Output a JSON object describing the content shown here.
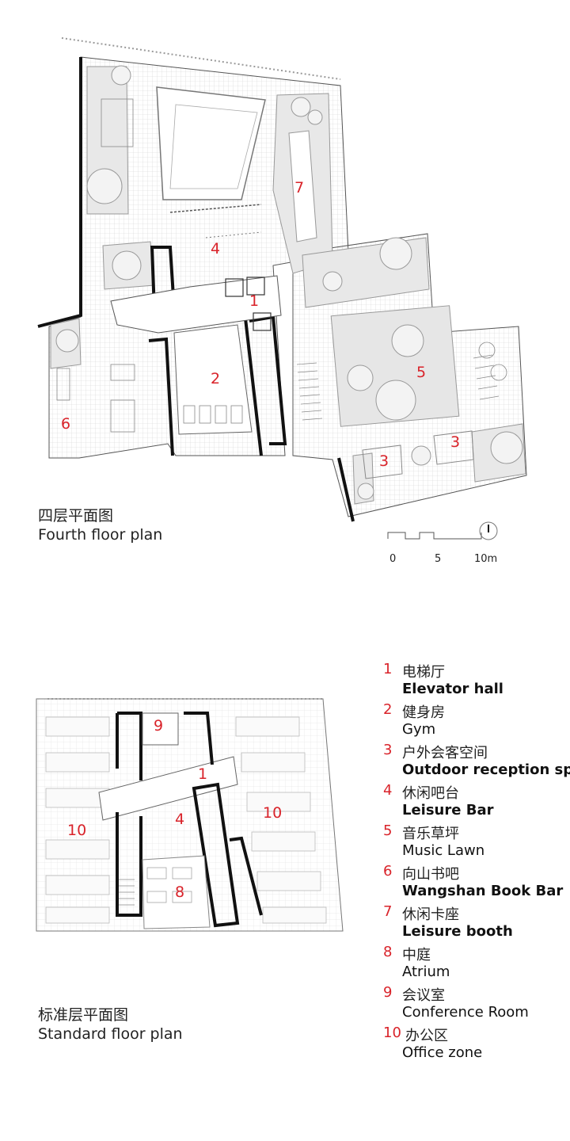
{
  "fourth_floor": {
    "title_cn": "四层平面图",
    "title_en": "Fourth floor plan",
    "labels": [
      "1",
      "2",
      "3",
      "3",
      "4",
      "5",
      "6",
      "7"
    ]
  },
  "scale_bar": {
    "ticks": [
      "0",
      "5",
      "10m"
    ]
  },
  "standard_floor": {
    "title_cn": "标准层平面图",
    "title_en": "Standard floor plan",
    "labels": [
      "1",
      "4",
      "8",
      "9",
      "10",
      "10"
    ]
  },
  "legend": [
    {
      "num": "1",
      "cn": "电梯厅",
      "en": "Elevator hall"
    },
    {
      "num": "2",
      "cn": "健身房",
      "en": "Gym"
    },
    {
      "num": "3",
      "cn": "户外会客空间",
      "en": "Outdoor reception spa"
    },
    {
      "num": "4",
      "cn": "休闲吧台",
      "en": "Leisure Bar"
    },
    {
      "num": "5",
      "cn": "音乐草坪",
      "en": "Music Lawn"
    },
    {
      "num": "6",
      "cn": "向山书吧",
      "en": "Wangshan Book Bar"
    },
    {
      "num": "7",
      "cn": "休闲卡座",
      "en": "Leisure booth"
    },
    {
      "num": "8",
      "cn": "中庭",
      "en": "Atrium"
    },
    {
      "num": "9",
      "cn": "会议室",
      "en": "Conference Room"
    },
    {
      "num": "10",
      "cn": "办公区",
      "en": "Office zone"
    }
  ],
  "colors": {
    "accent_red": "#d9232a",
    "wall": "#111111",
    "planting": "#e6e6e6"
  }
}
